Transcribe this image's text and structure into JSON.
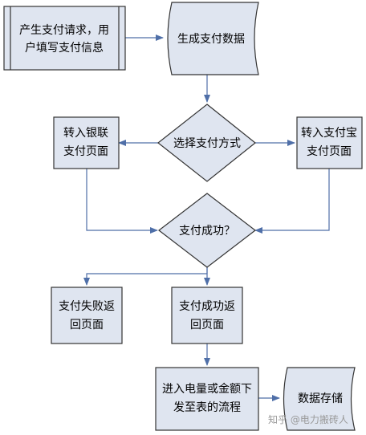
{
  "colors": {
    "box_fill": "#dfe5f0",
    "box_stroke": "#333333",
    "arrow": "#4f6fa8",
    "text": "#000000"
  },
  "nodes": {
    "request": {
      "line1": "产生支付请求，用",
      "line2": "户填写支付信息"
    },
    "generate": {
      "label": "生成支付数据"
    },
    "choose": {
      "label": "选择支付方式"
    },
    "unionpay": {
      "line1": "转入银联",
      "line2": "支付页面"
    },
    "alipay": {
      "line1": "转入支付宝",
      "line2": "支付页面"
    },
    "success_check": {
      "label": "支付成功？"
    },
    "fail": {
      "line1": "支付失败返",
      "line2": "回页面"
    },
    "success": {
      "line1": "支付成功返",
      "line2": "回页面"
    },
    "enter_meter": {
      "line1": "进入电量或金额下",
      "line2": "发至表的流程"
    },
    "storage": {
      "label": "数据存储"
    }
  },
  "watermark": "知乎 @电力搬砖人"
}
